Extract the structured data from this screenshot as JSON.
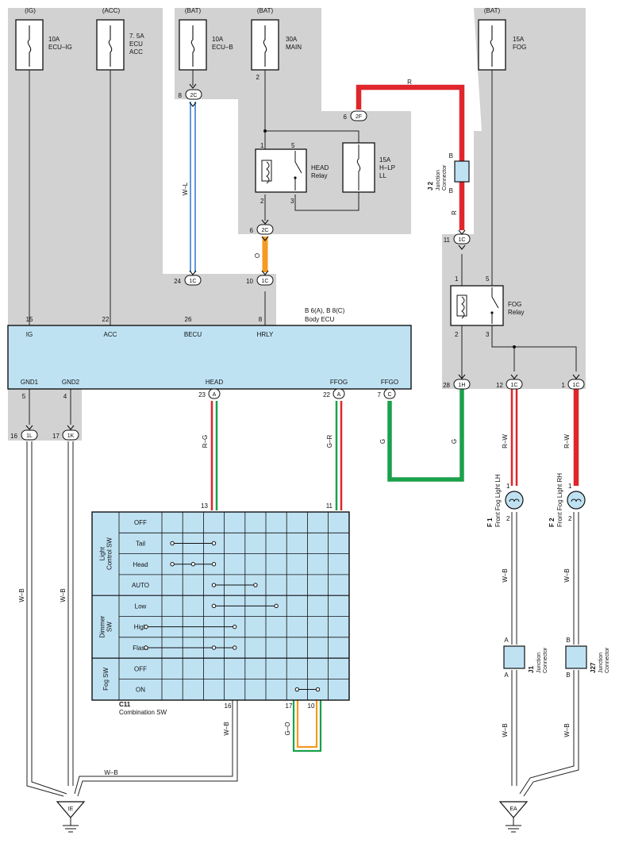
{
  "colors": {
    "shade": "#d2d2d2",
    "ecu": "#bfe2f3",
    "red": "#e0262b",
    "green": "#1aa14a",
    "orange": "#f39b22",
    "blue": "#3a7fd0",
    "wire": "#222222"
  },
  "fuses": [
    {
      "source": "(IG)",
      "rating": "10A",
      "name1": "ECU–IG",
      "name2": ""
    },
    {
      "source": "(ACC)",
      "rating": "7. 5A",
      "name1": "ECU",
      "name2": "ACC"
    },
    {
      "source": "(BAT)",
      "rating": "10A",
      "name1": "ECU–B",
      "name2": ""
    },
    {
      "source": "(BAT)",
      "rating": "30A",
      "name1": "MAIN",
      "name2": ""
    },
    {
      "source": "(BAT)",
      "rating": "15A",
      "name1": "FOG",
      "name2": ""
    }
  ],
  "connectors": {
    "c2c_top": "2C",
    "c2f": "2F",
    "c2c_mid": "2C",
    "c1c_24": "1C",
    "c1c_10": "1C",
    "c1c_11": "1C",
    "c1l": "1L",
    "c1k": "1K",
    "cA_23": "A",
    "cA_22": "A",
    "cC_7": "C",
    "c1h": "1H",
    "c1c_12": "1C",
    "c1c_1": "1C"
  },
  "pins": {
    "p8": "8",
    "p2": "2",
    "p6": "6",
    "p6b": "6",
    "p24": "24",
    "p10": "10",
    "p15": "15",
    "p22": "22",
    "p26": "26",
    "p8b": "8",
    "p11": "11",
    "p5": "5",
    "p4": "4",
    "p23": "23",
    "p22b": "22",
    "p7": "7",
    "p28": "28",
    "p12": "12",
    "p1": "1",
    "p16": "16",
    "p17": "17",
    "p13": "13",
    "p11b": "11",
    "p16b": "16",
    "p17b": "17",
    "p10b": "10",
    "hr1": "1",
    "hr5": "5",
    "hr2": "2",
    "hr3": "3",
    "fr1": "1",
    "fr5": "5",
    "fr2": "2",
    "fr3": "3",
    "fl1": "1",
    "fl2": "2",
    "rh1": "1",
    "rh2": "2"
  },
  "wires": {
    "wl": "W–L",
    "o": "O",
    "r": "R",
    "r2": "R",
    "rg": "R–G",
    "gr": "G–R",
    "g1": "G",
    "g2": "G",
    "rw1": "R–W",
    "rw2": "R–W",
    "wb1": "W–B",
    "wb2": "W–B",
    "wb3": "W–B",
    "wb4": "W–B",
    "wb5": "W–B",
    "wb6": "W–B",
    "wb7": "W–B",
    "go": "G–O"
  },
  "relays": {
    "head": {
      "name": "HEAD",
      "sub": "Relay"
    },
    "fog": {
      "name": "FOG",
      "sub": "Relay"
    }
  },
  "hlp": {
    "rating": "15A",
    "name1": "H–LP",
    "name2": "LL"
  },
  "j2": {
    "code": "J 2",
    "name1": "Junction",
    "name2": "Connector",
    "pinTop": "B",
    "pinBot": "B"
  },
  "j1": {
    "code": "J1",
    "name1": "Junction",
    "name2": "Connector",
    "pinTop": "A",
    "pinBot": "A"
  },
  "j27": {
    "code": "J27",
    "name1": "Junction",
    "name2": "Connector",
    "pinTop": "B",
    "pinBot": "B"
  },
  "ecu": {
    "code": "B 6(A), B 8(C)",
    "name": "Body ECU",
    "top": [
      "IG",
      "ACC",
      "BECU",
      "HRLY"
    ],
    "bottom": [
      "GND1",
      "GND2",
      "HEAD",
      "FFOG",
      "FFGO"
    ]
  },
  "lamps": {
    "f1": {
      "code": "F 1",
      "name": "Front Fog Light LH"
    },
    "f2": {
      "code": "F 2",
      "name": "Front Fog Light RH"
    }
  },
  "switch": {
    "code": "C11",
    "name": "Combination SW",
    "groups": [
      "Light Control SW",
      "Dimmer SW",
      "Fog SW"
    ],
    "rows": [
      "OFF",
      "Tail",
      "Head",
      "AUTO",
      "Low",
      "High",
      "Flash",
      "OFF",
      "ON"
    ]
  },
  "grounds": {
    "ie": "IE",
    "ea": "EA"
  }
}
